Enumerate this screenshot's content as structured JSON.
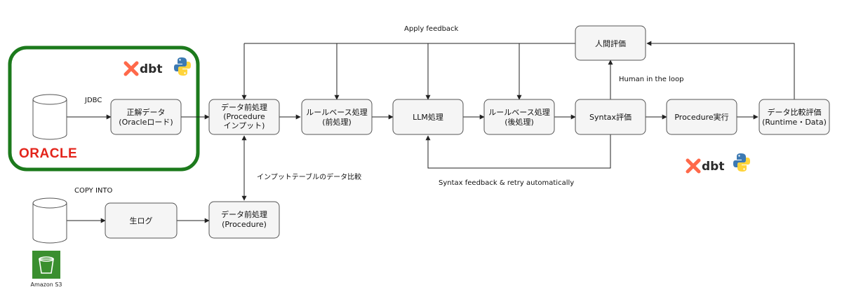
{
  "colors": {
    "highlight_border": "#1c7a1c",
    "node_fill": "#f5f5f5",
    "node_stroke": "#555555",
    "oracle_red": "#e3241b",
    "dbt_orange": "#ff694a",
    "python_blue": "#3d7ab3",
    "python_yellow": "#ffd43b",
    "s3_green": "#3a8f2f"
  },
  "nodes": {
    "seikai": [
      "正解データ",
      "(Oracleロード)"
    ],
    "prep_input": [
      "データ前処理",
      "(Procedure",
      "インプット)"
    ],
    "rule_pre": [
      "ルールベース処理",
      "(前処理)"
    ],
    "llm": [
      "LLM処理"
    ],
    "rule_post": [
      "ルールベース処理",
      "(後処理)"
    ],
    "syntax": [
      "Syntax評価"
    ],
    "proc_exec": [
      "Procedure実行"
    ],
    "compare": [
      "データ比較評価",
      "(Runtime・Data)"
    ],
    "human": [
      "人間評価"
    ],
    "raw_log": [
      "生ログ"
    ],
    "prep_proc": [
      "データ前処理",
      "(Procedure)"
    ]
  },
  "labels": {
    "jdbc": "JDBC",
    "copy_into": "COPY INTO",
    "apply_feedback": "Apply feedback",
    "human_loop": "Human in the loop",
    "input_compare": "インプットテーブルのデータ比較",
    "syntax_feedback": "Syntax feedback & retry automatically"
  },
  "logos": {
    "oracle": "ORACLE",
    "dbt": "dbt",
    "s3": "Amazon S3"
  },
  "icons": {
    "database": "database-cylinder-icon",
    "dbt": "dbt-logo-icon",
    "python": "python-logo-icon",
    "oracle": "oracle-logo",
    "s3": "amazon-s3-bucket-icon"
  }
}
